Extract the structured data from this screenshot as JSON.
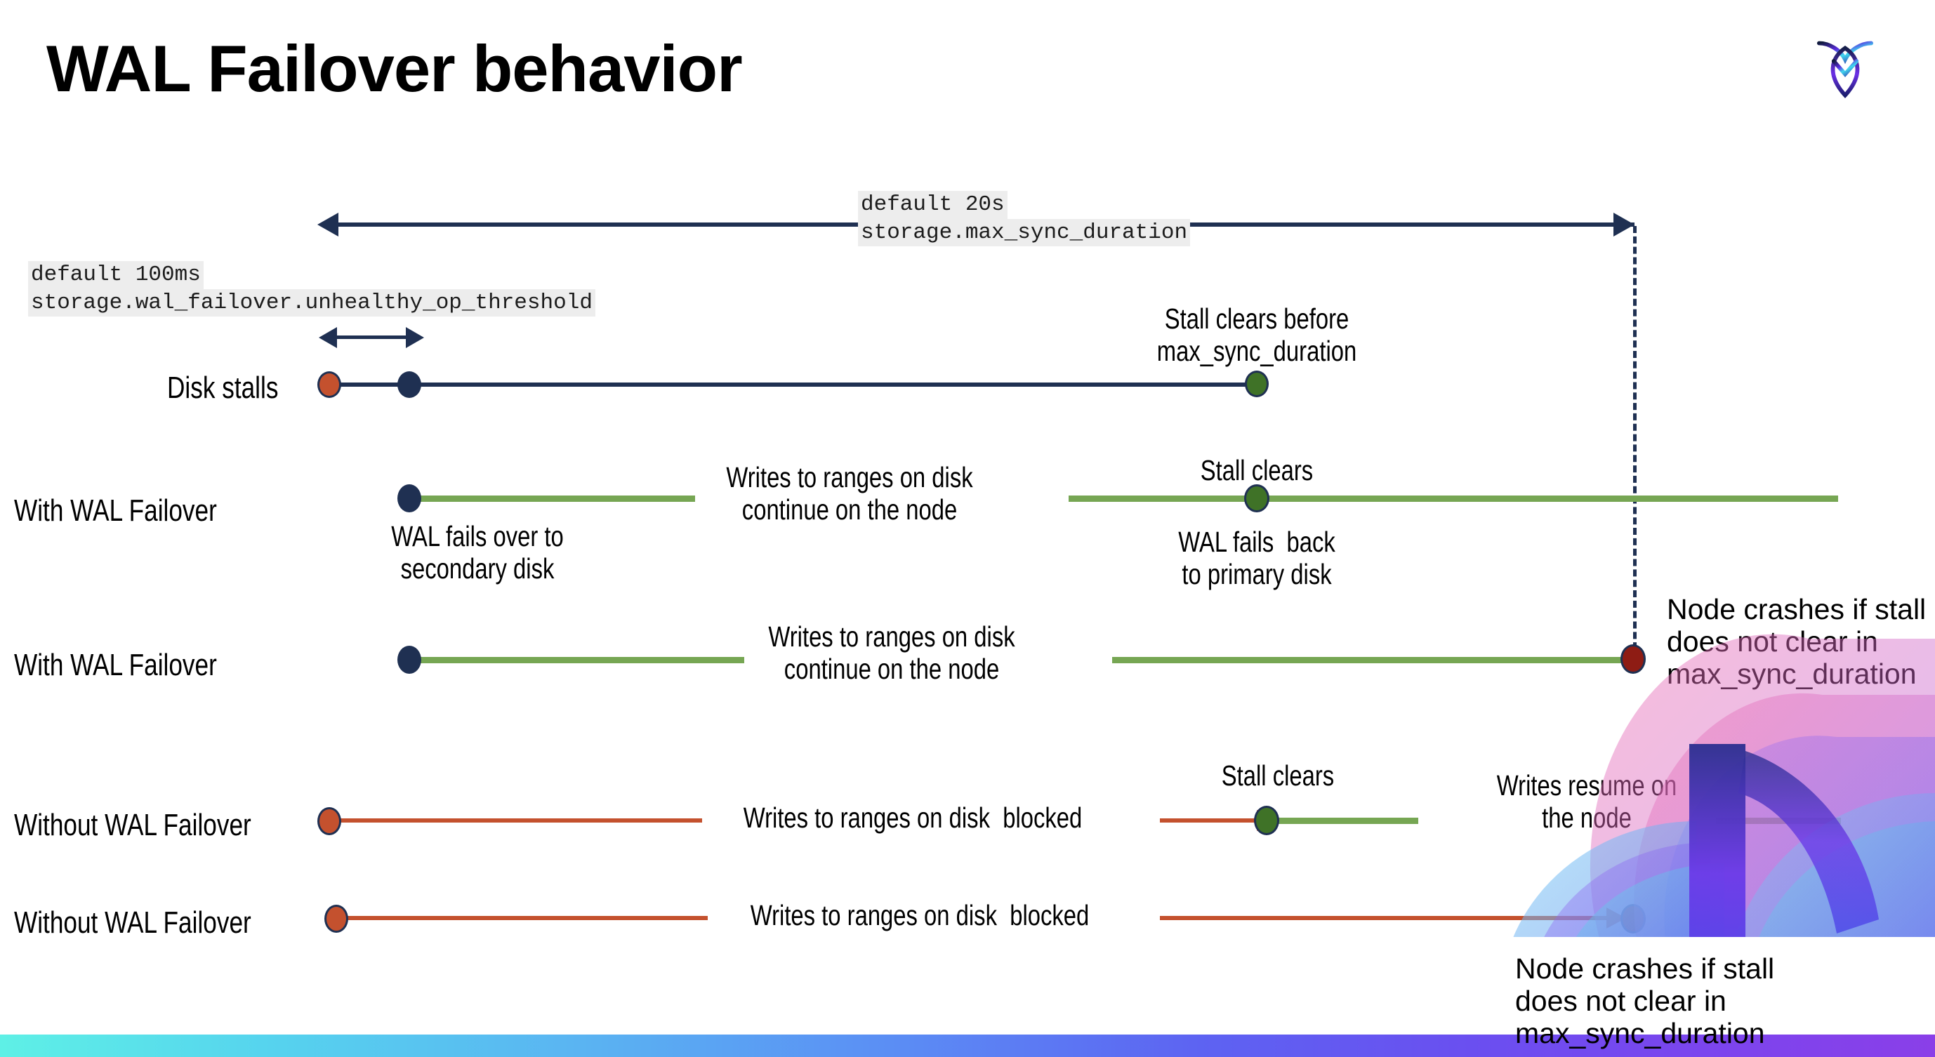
{
  "slide": {
    "title": "WAL Failover behavior",
    "logo_name": "cockroachdb-logo"
  },
  "settings": [
    {
      "id": "max-sync-duration",
      "default_line": "default 20s",
      "setting_line": "storage.max_sync_duration"
    },
    {
      "id": "unhealthy-op-threshold",
      "default_line": "default 100ms",
      "setting_line": "storage.wal_failover.unhealthy_op_threshold"
    }
  ],
  "rows": [
    {
      "id": "disk-stalls",
      "label": "Disk stalls",
      "annotations": [
        {
          "id": "stall-clears-before",
          "text": "Stall clears before\nmax_sync_duration"
        }
      ]
    },
    {
      "id": "with-wal-failover-1",
      "label": "With WAL Failover",
      "annotations": [
        {
          "id": "wal-fails-over",
          "text": "WAL fails over to\nsecondary disk"
        },
        {
          "id": "writes-continue-1",
          "text": "Writes to ranges on disk\ncontinue on the node"
        },
        {
          "id": "stall-clears-1",
          "text": "Stall clears"
        },
        {
          "id": "wal-fails-back",
          "text": "WAL fails  back\nto primary disk"
        }
      ]
    },
    {
      "id": "with-wal-failover-2",
      "label": "With WAL Failover",
      "annotations": [
        {
          "id": "writes-continue-2",
          "text": "Writes to ranges on disk\ncontinue on the node"
        },
        {
          "id": "node-crashes-1",
          "text": "Node crashes if stall\ndoes not clear in\nmax_sync_duration"
        }
      ]
    },
    {
      "id": "without-wal-failover-1",
      "label": "Without WAL Failover",
      "annotations": [
        {
          "id": "writes-blocked-1",
          "text": "Writes to ranges on disk  blocked"
        },
        {
          "id": "stall-clears-2",
          "text": "Stall clears"
        },
        {
          "id": "writes-resume",
          "text": "Writes resume on\nthe node"
        }
      ]
    },
    {
      "id": "without-wal-failover-2",
      "label": "Without WAL Failover",
      "annotations": [
        {
          "id": "writes-blocked-2",
          "text": "Writes to ranges on disk  blocked"
        },
        {
          "id": "node-crashes-2",
          "text": "Node crashes if stall\ndoes not clear in\nmax_sync_duration"
        }
      ]
    }
  ],
  "colors": {
    "navy": "#1f3052",
    "green_line": "#76a653",
    "green_dot": "#3f7227",
    "red_line": "#c4512e",
    "red_dot": "#c4512e",
    "dark_red_dot": "#8e1c14",
    "code_chip_bg": "#ededed",
    "bottom_bar_start": "#5ef0e6",
    "bottom_bar_end": "#8a3fe8"
  }
}
